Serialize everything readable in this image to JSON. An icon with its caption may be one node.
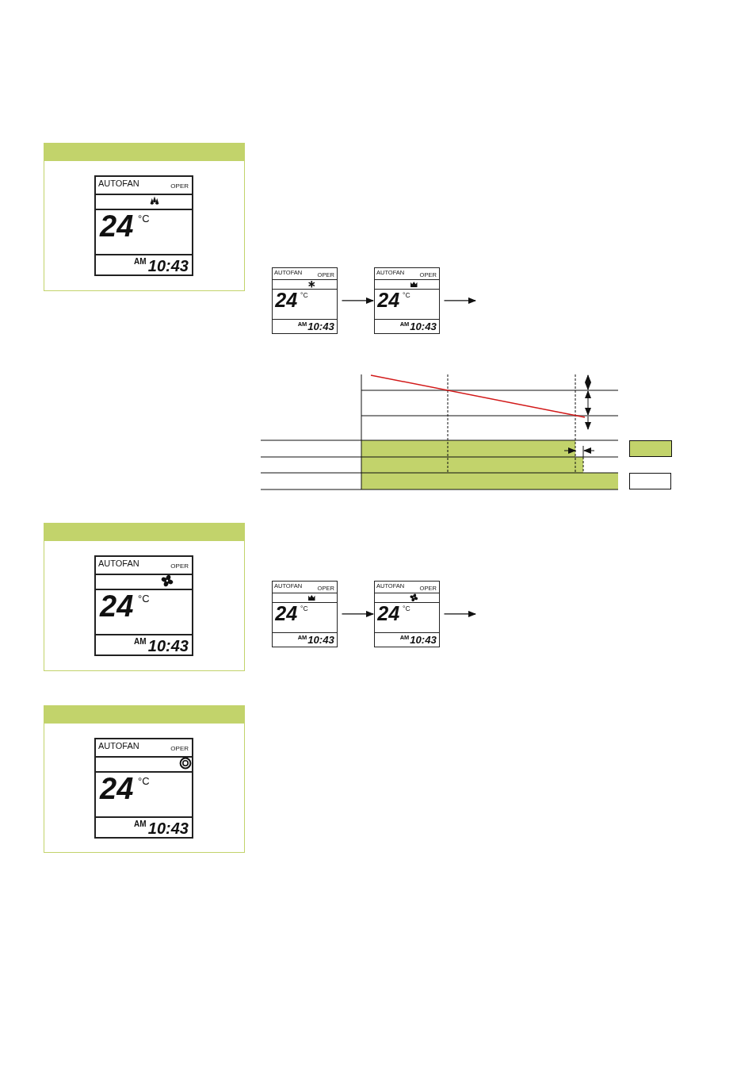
{
  "diagram": {
    "nodes": [
      {
        "text": [
          "AUTOFAN",
          "OPER",
          "24",
          "°C",
          "AM",
          "10:43"
        ]
      },
      {
        "text": [
          "AUTOFAN",
          "OPER",
          "24",
          "°C",
          "AM",
          "10:43"
        ]
      },
      {
        "text": [
          "AUTOFAN",
          "OPER",
          "24",
          "°C",
          "AM",
          "10:43"
        ]
      },
      {
        "text": [
          "AUTOFAN",
          "OPER",
          "24",
          "°C",
          "AM",
          "10:43"
        ]
      },
      {
        "text": [
          "AUTOFAN",
          "OPER",
          "24",
          "°C",
          "AM",
          "10:43"
        ]
      },
      {
        "text": [
          "AUTOFAN",
          "OPER",
          "24",
          "°C",
          "AM",
          "10:43"
        ]
      },
      {
        "text": [
          "AUTOFAN",
          "OPER",
          "24",
          "°C",
          "AM",
          "10:43"
        ]
      }
    ],
    "edges": [
      {
        "from": 1,
        "to": 2,
        "arrow": "to"
      },
      {
        "from": 2,
        "to": null,
        "arrow": "to"
      },
      {
        "from": 4,
        "to": 5,
        "arrow": "to"
      },
      {
        "from": 5,
        "to": null,
        "arrow": "to"
      }
    ]
  }
}
